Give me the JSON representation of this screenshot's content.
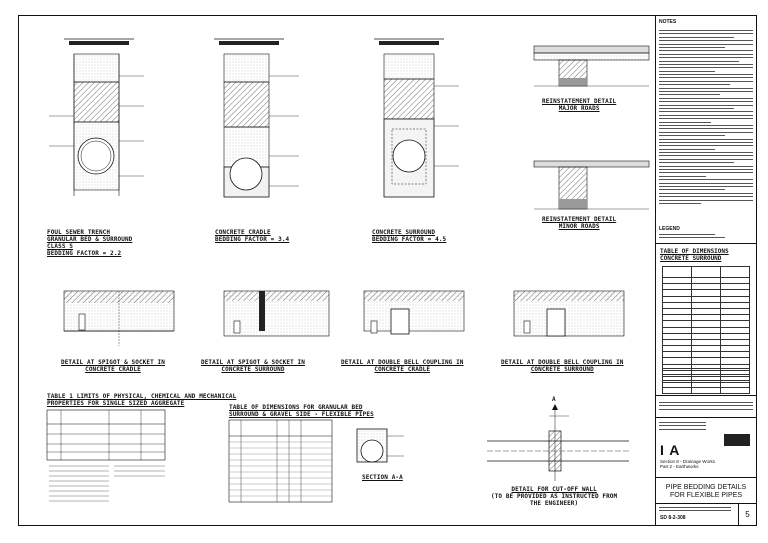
{
  "title_block": {
    "notes_heading": "NOTES",
    "legend_heading": "LEGEND",
    "table_title_line1": "TABLE OF DIMENSIONS",
    "table_title_line2": "CONCRETE SURROUND",
    "org_short": "I A",
    "section_line1": "Section 8 - Drainage Works",
    "section_line2": "Part 2 - Earthworks",
    "drawing_title_line1": "PIPE BEDDING DETAILS",
    "drawing_title_line2": "FOR FLEXIBLE PIPES",
    "drawing_number": "SD 8-2-308",
    "revision": "5"
  },
  "details": {
    "foil_line1": "FOUL SEWER TRENCH",
    "foil_line2": "GRANULAR BED & SURROUND",
    "foil_line3": "CLASS S",
    "foil_line4": "BEDDING FACTOR = 2.2",
    "cradle_line1": "CONCRETE CRADLE",
    "cradle_line2": "BEDDING FACTOR = 3.4",
    "surround_line1": "CONCRETE SURROUND",
    "surround_line2": "BEDDING FACTOR = 4.5",
    "reinst_major_line1": "REINSTATEMENT DETAIL",
    "reinst_major_line2": "MAJOR ROADS",
    "reinst_minor_line1": "REINSTATEMENT DETAIL",
    "reinst_minor_line2": "MINOR ROADS",
    "spigot_cradle_line1": "DETAIL AT SPIGOT & SOCKET IN",
    "spigot_cradle_line2": "CONCRETE CRADLE",
    "spigot_surround_line1": "DETAIL AT SPIGOT & SOCKET IN",
    "spigot_surround_line2": "CONCRETE SURROUND",
    "bell_cradle_line1": "DETAIL AT DOUBLE BELL COUPLING IN",
    "bell_cradle_line2": "CONCRETE CRADLE",
    "bell_surround_line1": "DETAIL AT DOUBLE BELL COUPLING IN",
    "bell_surround_line2": "CONCRETE SURROUND",
    "table1_line1": "TABLE 1 LIMITS OF PHYSICAL, CHEMICAL AND MECHANICAL",
    "table1_line2": "PROPERTIES FOR SINGLE SIZED AGGREGATE",
    "table2_line1": "TABLE OF DIMENSIONS FOR GRANULAR BED",
    "table2_line2": "SURROUND & GRAVEL SIDE - FLEXIBLE PIPES",
    "section_aa": "SECTION A-A",
    "cutoff_line1": "DETAIL FOR CUT-OFF WALL",
    "cutoff_line2": "(TO BE PROVIDED AS INSTRUCTED FROM",
    "cutoff_line3": "THE ENGINEER)",
    "marker_a": "A"
  }
}
